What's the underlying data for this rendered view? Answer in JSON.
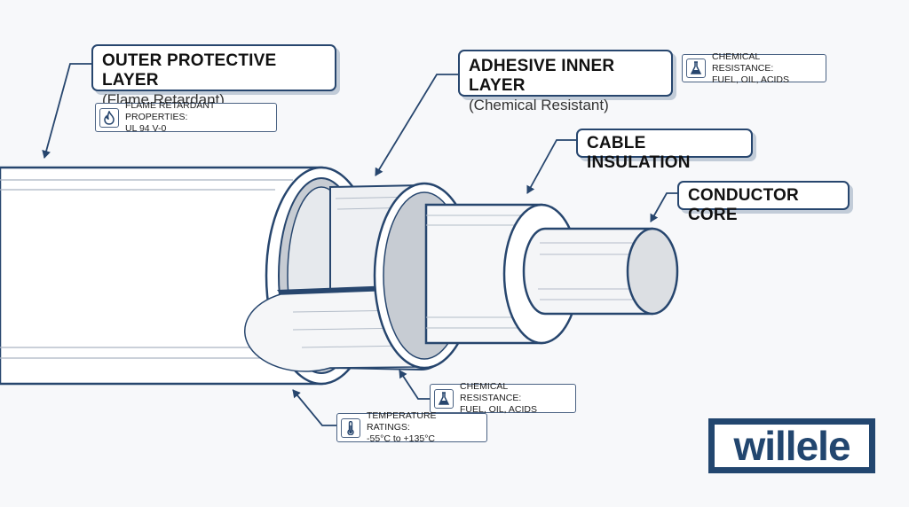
{
  "labels": {
    "outer": {
      "title": "OUTER PROTECTIVE LAYER",
      "subtitle": "(Flame Retardant)"
    },
    "adhesive": {
      "title": "ADHESIVE INNER LAYER",
      "subtitle": "(Chemical Resistant)"
    },
    "insulation": {
      "title": "CABLE INSULATION"
    },
    "conductor": {
      "title": "CONDUCTOR CORE"
    }
  },
  "info_boxes": {
    "flame": {
      "icon": "flame-icon",
      "line1": "FLAME RETARDANT PROPERTIES:",
      "line2": "UL 94 V-0"
    },
    "chem_top": {
      "icon": "flask-icon",
      "line1": "CHEMICAL RESISTANCE:",
      "line2": "FUEL, OIL, ACIDS"
    },
    "chem_bottom": {
      "icon": "flask-icon",
      "line1": "CHEMICAL RESISTANCE:",
      "line2": "FUEL, OIL, ACIDS"
    },
    "temp": {
      "icon": "thermometer-icon",
      "line1": "TEMPERATURE RATINGS:",
      "line2": "-55°C to +135°C"
    }
  },
  "logo": {
    "text": "willele"
  },
  "colors": {
    "navy": "#27466e",
    "shadow": "#c2ccd8",
    "grey_layer": "#c7ccd3",
    "core": "#dcdfe3"
  }
}
